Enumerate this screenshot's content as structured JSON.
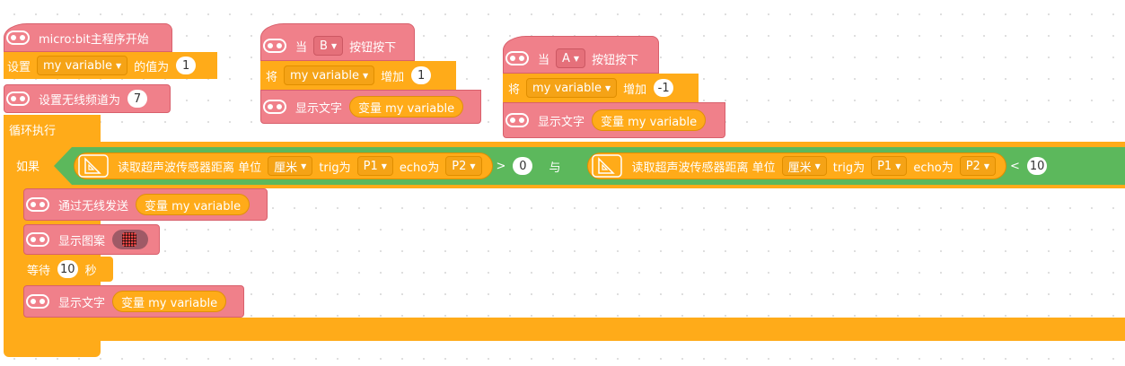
{
  "main": {
    "start_hat": "micro:bit主程序开始",
    "set_label": "设置",
    "set_var": "my variable",
    "set_value_of": "的值为",
    "set_value": "1",
    "radio_label": "设置无线频道为",
    "radio_value": "7",
    "loop_label": "循环执行",
    "if_label": "如果",
    "cond1": {
      "read_label": "读取超声波传感器距离 单位",
      "unit": "厘米",
      "trig_label": "trig为",
      "trig": "P1",
      "echo_label": "echo为",
      "echo": "P2",
      "op": ">",
      "value": "0"
    },
    "and_label": "与",
    "cond2": {
      "read_label": "读取超声波传感器距离 单位",
      "unit": "厘米",
      "trig_label": "trig为",
      "trig": "P1",
      "echo_label": "echo为",
      "echo": "P2",
      "op": "<",
      "value": "10"
    },
    "send_label": "通过无线发送",
    "send_var": "变量 my variable",
    "show_image_label": "显示图案",
    "wait_label": "等待",
    "wait_value": "10",
    "wait_unit": "秒",
    "show_text_label": "显示文字",
    "show_text_var": "变量 my variable"
  },
  "btn_b": {
    "when": "当",
    "button": "B",
    "pressed": "按钮按下",
    "set_label": "将",
    "var": "my variable",
    "inc_label": "增加",
    "inc": "1",
    "show_text_label": "显示文字",
    "show_text_var": "变量 my variable"
  },
  "btn_a": {
    "when": "当",
    "button": "A",
    "pressed": "按钮按下",
    "set_label": "将",
    "var": "my variable",
    "inc_label": "增加",
    "inc": "-1",
    "show_text_label": "显示文字",
    "show_text_var": "变量 my variable"
  },
  "colors": {
    "microbit": "#f0808a",
    "control": "#ffab19",
    "logic": "#5cb85c"
  }
}
